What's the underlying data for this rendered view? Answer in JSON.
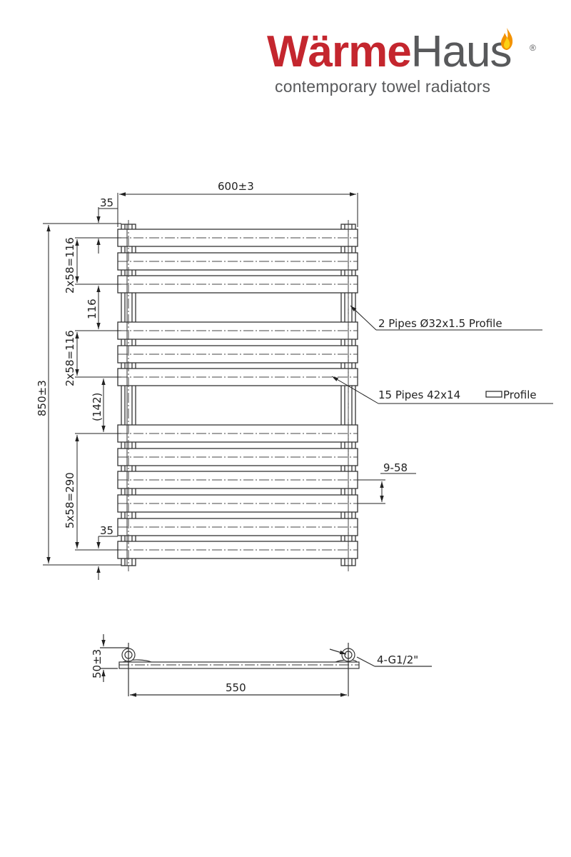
{
  "brand": {
    "name_part1": "Wärme",
    "name_part2": "Haus",
    "registered_mark": "®",
    "tagline": "contemporary towel radiators",
    "colors": {
      "red": "#c4262e",
      "grey": "#58595b",
      "flame_orange": "#f39200",
      "flame_yellow": "#fcd116"
    }
  },
  "front_view": {
    "overall_width": "600±3",
    "overall_height": "850±3",
    "top_offset": "35",
    "bottom_offset": "35",
    "group1_spacing": "2x58=116",
    "gap1": "116",
    "group2_spacing": "2x58=116",
    "gap2": "(142)",
    "group3_spacing": "5x58=290",
    "pitch_label": "9-58",
    "vertical_pipes_note": "2 Pipes Ø32x1.5 Profile",
    "horizontal_pipes_note_prefix": "15 Pipes 42x14",
    "horizontal_pipes_note_suffix": "Profile"
  },
  "side_view": {
    "depth": "50±3",
    "centres": "550",
    "connections": "4-G1/2\""
  }
}
